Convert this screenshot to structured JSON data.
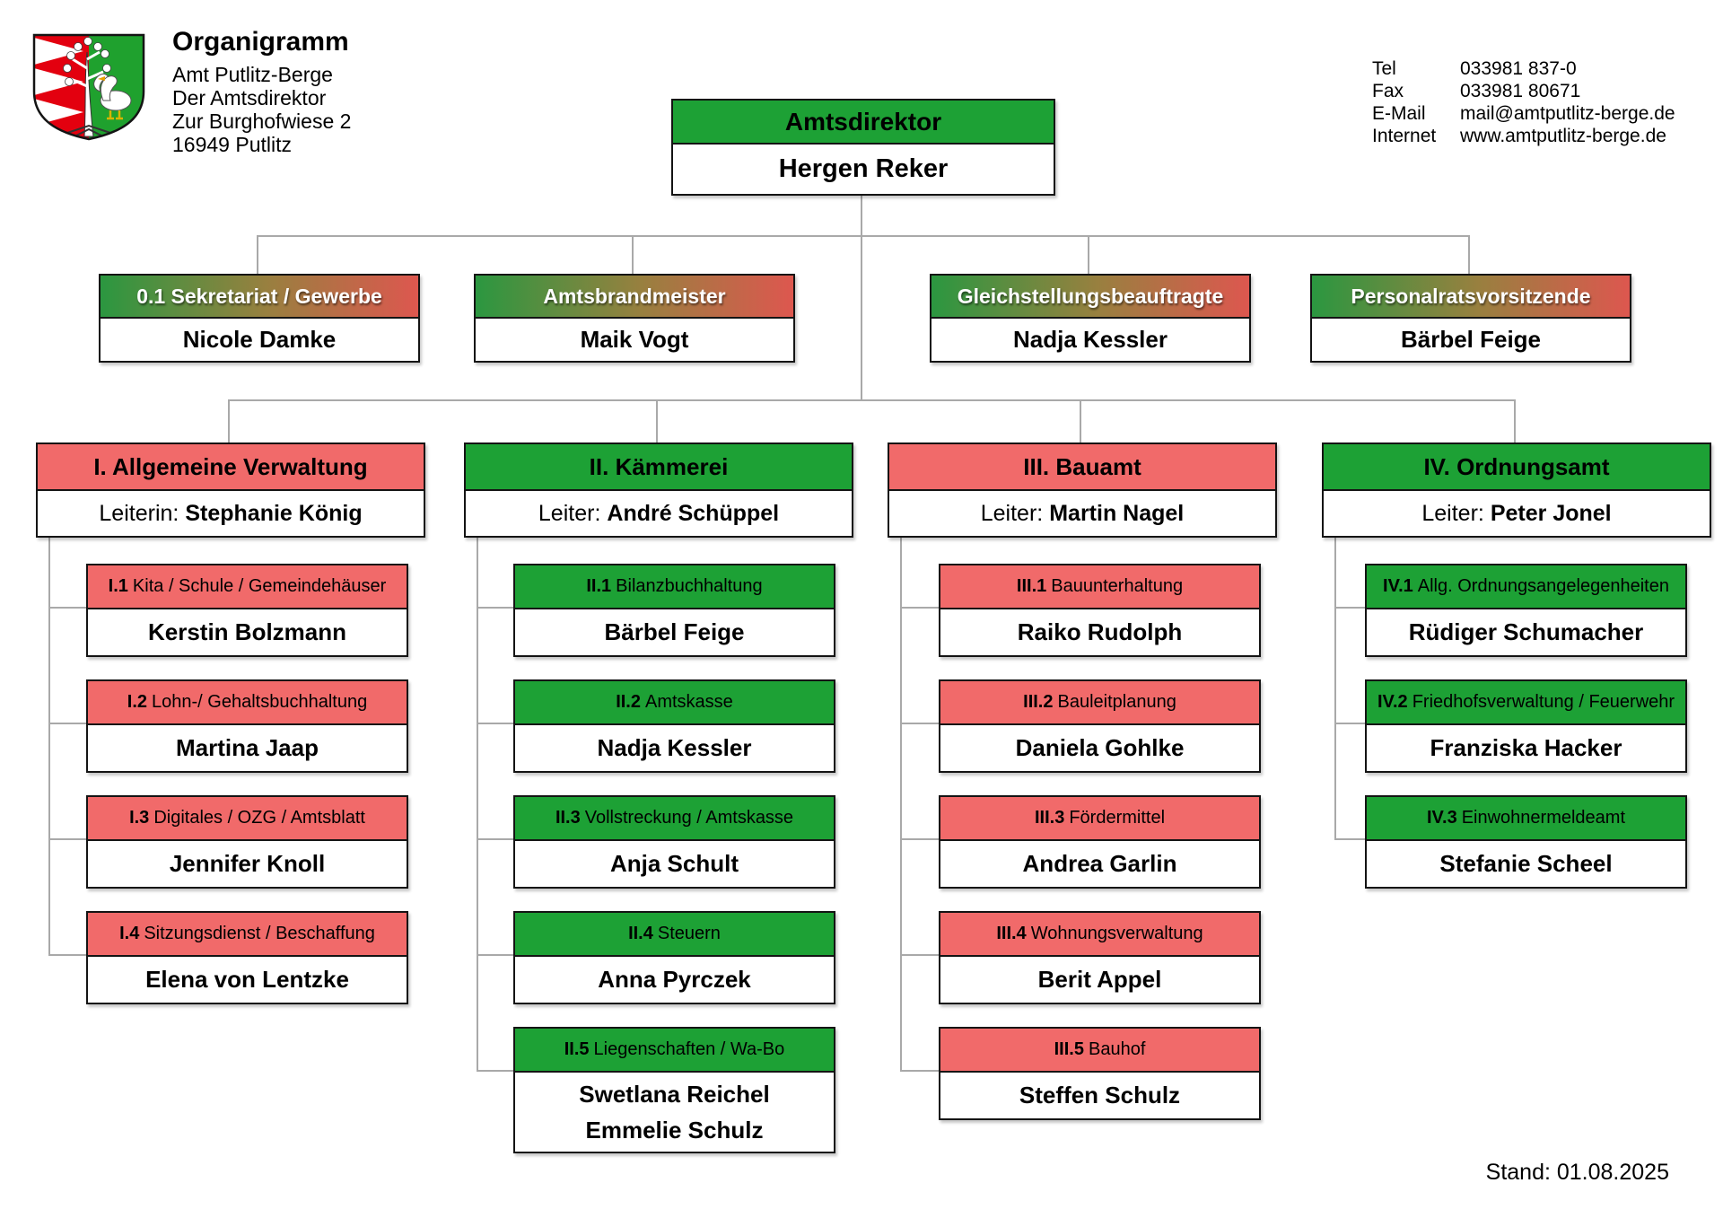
{
  "colors": {
    "green": "#1da135",
    "red": "#f16a6a",
    "grad_left": "#2b9740",
    "grad_mid": "#98803f",
    "grad_right": "#dd574f",
    "connector": "#a9a9a9",
    "border": "#141414"
  },
  "header": {
    "title": "Organigramm",
    "address_lines": [
      "Amt Putlitz-Berge",
      "Der Amtsdirektor",
      "Zur Burghofwiese 2",
      "16949 Putlitz"
    ],
    "contact": [
      {
        "label": "Tel",
        "value": "033981 837-0"
      },
      {
        "label": "Fax",
        "value": "033981 80671"
      },
      {
        "label": "E-Mail",
        "value": "mail@amtputlitz-berge.de"
      },
      {
        "label": "Internet",
        "value": "www.amtputlitz-berge.de"
      }
    ]
  },
  "director": {
    "title": "Amtsdirektor",
    "name": "Hergen Reker"
  },
  "staff_positions": [
    {
      "title": "0.1 Sekretariat / Gewerbe",
      "name": "Nicole Damke"
    },
    {
      "title": "Amtsbrandmeister",
      "name": "Maik Vogt"
    },
    {
      "title": "Gleichstellungsbeauftragte",
      "name": "Nadja Kessler"
    },
    {
      "title": "Personalratsvorsitzende",
      "name": "Bärbel Feige"
    }
  ],
  "departments": [
    {
      "title": "I. Allgemeine Verwaltung",
      "leader_label": "Leiterin:",
      "leader_name": "Stephanie König",
      "units": [
        {
          "code": "I.1",
          "label": "Kita / Schule / Gemeindehäuser",
          "name": "Kerstin Bolzmann"
        },
        {
          "code": "I.2",
          "label": "Lohn-/ Gehaltsbuchhaltung",
          "name": "Martina Jaap"
        },
        {
          "code": "I.3",
          "label": "Digitales / OZG / Amtsblatt",
          "name": "Jennifer Knoll"
        },
        {
          "code": "I.4",
          "label": "Sitzungsdienst / Beschaffung",
          "name": "Elena von Lentzke"
        }
      ]
    },
    {
      "title": "II. Kämmerei",
      "leader_label": "Leiter:",
      "leader_name": "André Schüppel",
      "units": [
        {
          "code": "II.1",
          "label": "Bilanzbuchhaltung",
          "name": "Bärbel Feige"
        },
        {
          "code": "II.2",
          "label": "Amtskasse",
          "name": "Nadja Kessler"
        },
        {
          "code": "II.3",
          "label": "Vollstreckung / Amtskasse",
          "name": "Anja Schult"
        },
        {
          "code": "II.4",
          "label": "Steuern",
          "name": "Anna Pyrczek"
        },
        {
          "code": "II.5",
          "label": "Liegenschaften / Wa-Bo",
          "name": "Swetlana Reichel",
          "name2": "Emmelie Schulz"
        }
      ]
    },
    {
      "title": "III. Bauamt",
      "leader_label": "Leiter:",
      "leader_name": "Martin Nagel",
      "units": [
        {
          "code": "III.1",
          "label": "Bauunterhaltung",
          "name": "Raiko Rudolph"
        },
        {
          "code": "III.2",
          "label": "Bauleitplanung",
          "name": "Daniela Gohlke"
        },
        {
          "code": "III.3",
          "label": "Fördermittel",
          "name": "Andrea Garlin"
        },
        {
          "code": "III.4",
          "label": "Wohnungsverwaltung",
          "name": "Berit Appel"
        },
        {
          "code": "III.5",
          "label": "Bauhof",
          "name": "Steffen Schulz"
        }
      ]
    },
    {
      "title": "IV. Ordnungsamt",
      "leader_label": "Leiter:",
      "leader_name": "Peter Jonel",
      "units": [
        {
          "code": "IV.1",
          "label": "Allg. Ordnungsangelegenheiten",
          "name": "Rüdiger Schumacher"
        },
        {
          "code": "IV.2",
          "label": "Friedhofsverwaltung / Feuerwehr",
          "name": "Franziska Hacker"
        },
        {
          "code": "IV.3",
          "label": "Einwohnermeldeamt",
          "name": "Stefanie Scheel"
        }
      ]
    }
  ],
  "footer": {
    "stand": "Stand: 01.08.2025"
  }
}
